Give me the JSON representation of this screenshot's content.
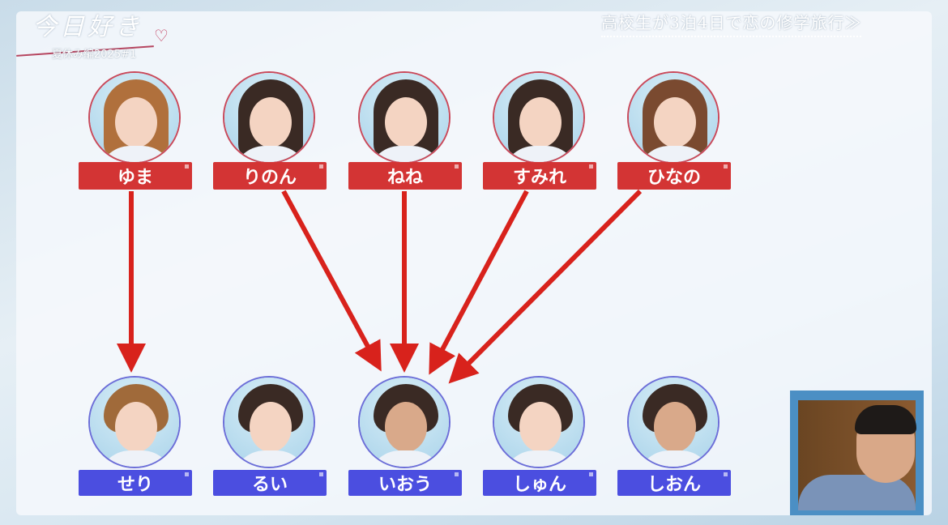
{
  "logo": {
    "title": "今日好き",
    "subtitle": "夏休み編2025#1"
  },
  "headline": "高校生が3泊4日で恋の修学旅行≫",
  "colors": {
    "girl_label": "#d33434",
    "boy_label": "#4b4ee0",
    "arrow": "#d8221c"
  },
  "girls": [
    {
      "name": "ゆま"
    },
    {
      "name": "りのん"
    },
    {
      "name": "ねね"
    },
    {
      "name": "すみれ"
    },
    {
      "name": "ひなの"
    }
  ],
  "boys": [
    {
      "name": "せり"
    },
    {
      "name": "るい"
    },
    {
      "name": "いおう"
    },
    {
      "name": "しゅん"
    },
    {
      "name": "しおん"
    }
  ],
  "arrows": [
    {
      "from": "ゆま",
      "to": "せり"
    },
    {
      "from": "りのん",
      "to": "いおう"
    },
    {
      "from": "ねね",
      "to": "いおう"
    },
    {
      "from": "すみれ",
      "to": "いおう"
    },
    {
      "from": "ひなの",
      "to": "いおう"
    }
  ]
}
